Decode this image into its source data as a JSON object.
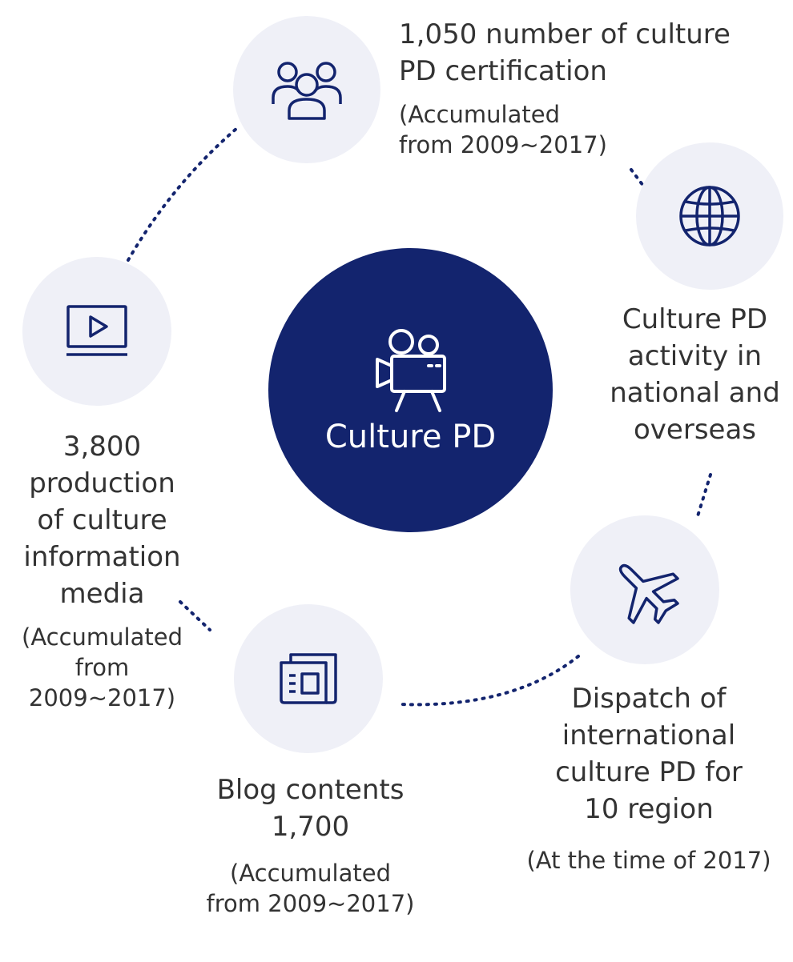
{
  "center": {
    "label": "Culture PD",
    "icon": "movie-camera-icon"
  },
  "nodes": {
    "certification": {
      "icon": "people-group-icon",
      "title_line1": "1,050 number of culture",
      "title_line2": "PD certification",
      "note_line1": "(Accumulated",
      "note_line2": "from 2009~2017)"
    },
    "activity": {
      "icon": "globe-icon",
      "title_line1": "Culture PD",
      "title_line2": "activity in",
      "title_line3": "national and",
      "title_line4": "overseas"
    },
    "dispatch": {
      "icon": "airplane-icon",
      "title_line1": "Dispatch of",
      "title_line2": "international",
      "title_line3": "culture PD for",
      "title_line4": "10 region",
      "note": "(At the time of 2017)"
    },
    "blog": {
      "icon": "newspaper-icon",
      "title_line1": "Blog contents",
      "title_line2": "1,700",
      "note_line1": "(Accumulated",
      "note_line2": "from 2009~2017)"
    },
    "media": {
      "icon": "video-player-icon",
      "title_line1": "3,800",
      "title_line2": "production",
      "title_line3": "of culture",
      "title_line4": "information",
      "title_line5": "media",
      "note_line1": "(Accumulated",
      "note_line2": "from 2009~2017)"
    }
  },
  "colors": {
    "navy": "#13246e",
    "circle_bg": "#eff0f7",
    "text": "#333333"
  }
}
